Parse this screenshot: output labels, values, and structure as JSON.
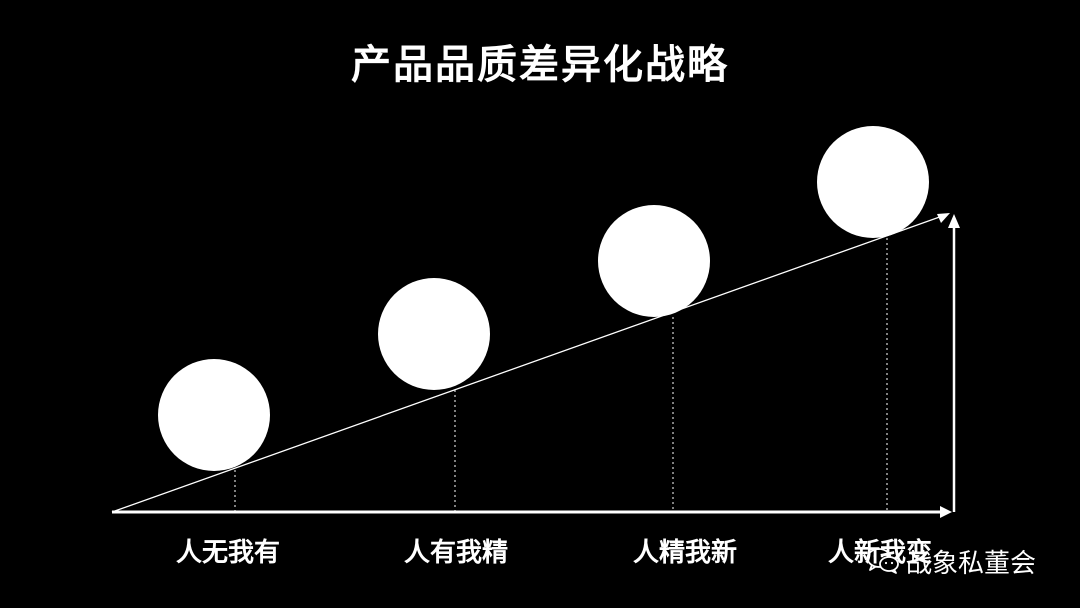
{
  "title": "产品品质差异化战略",
  "stages": [
    {
      "label": "人无我有"
    },
    {
      "label": "人有我精"
    },
    {
      "label": "人精我新"
    },
    {
      "label": "人新我变"
    }
  ],
  "watermark": {
    "text": "战象私董会",
    "icon": "wechat-icon"
  },
  "colors": {
    "background": "#000000",
    "foreground": "#ffffff"
  }
}
